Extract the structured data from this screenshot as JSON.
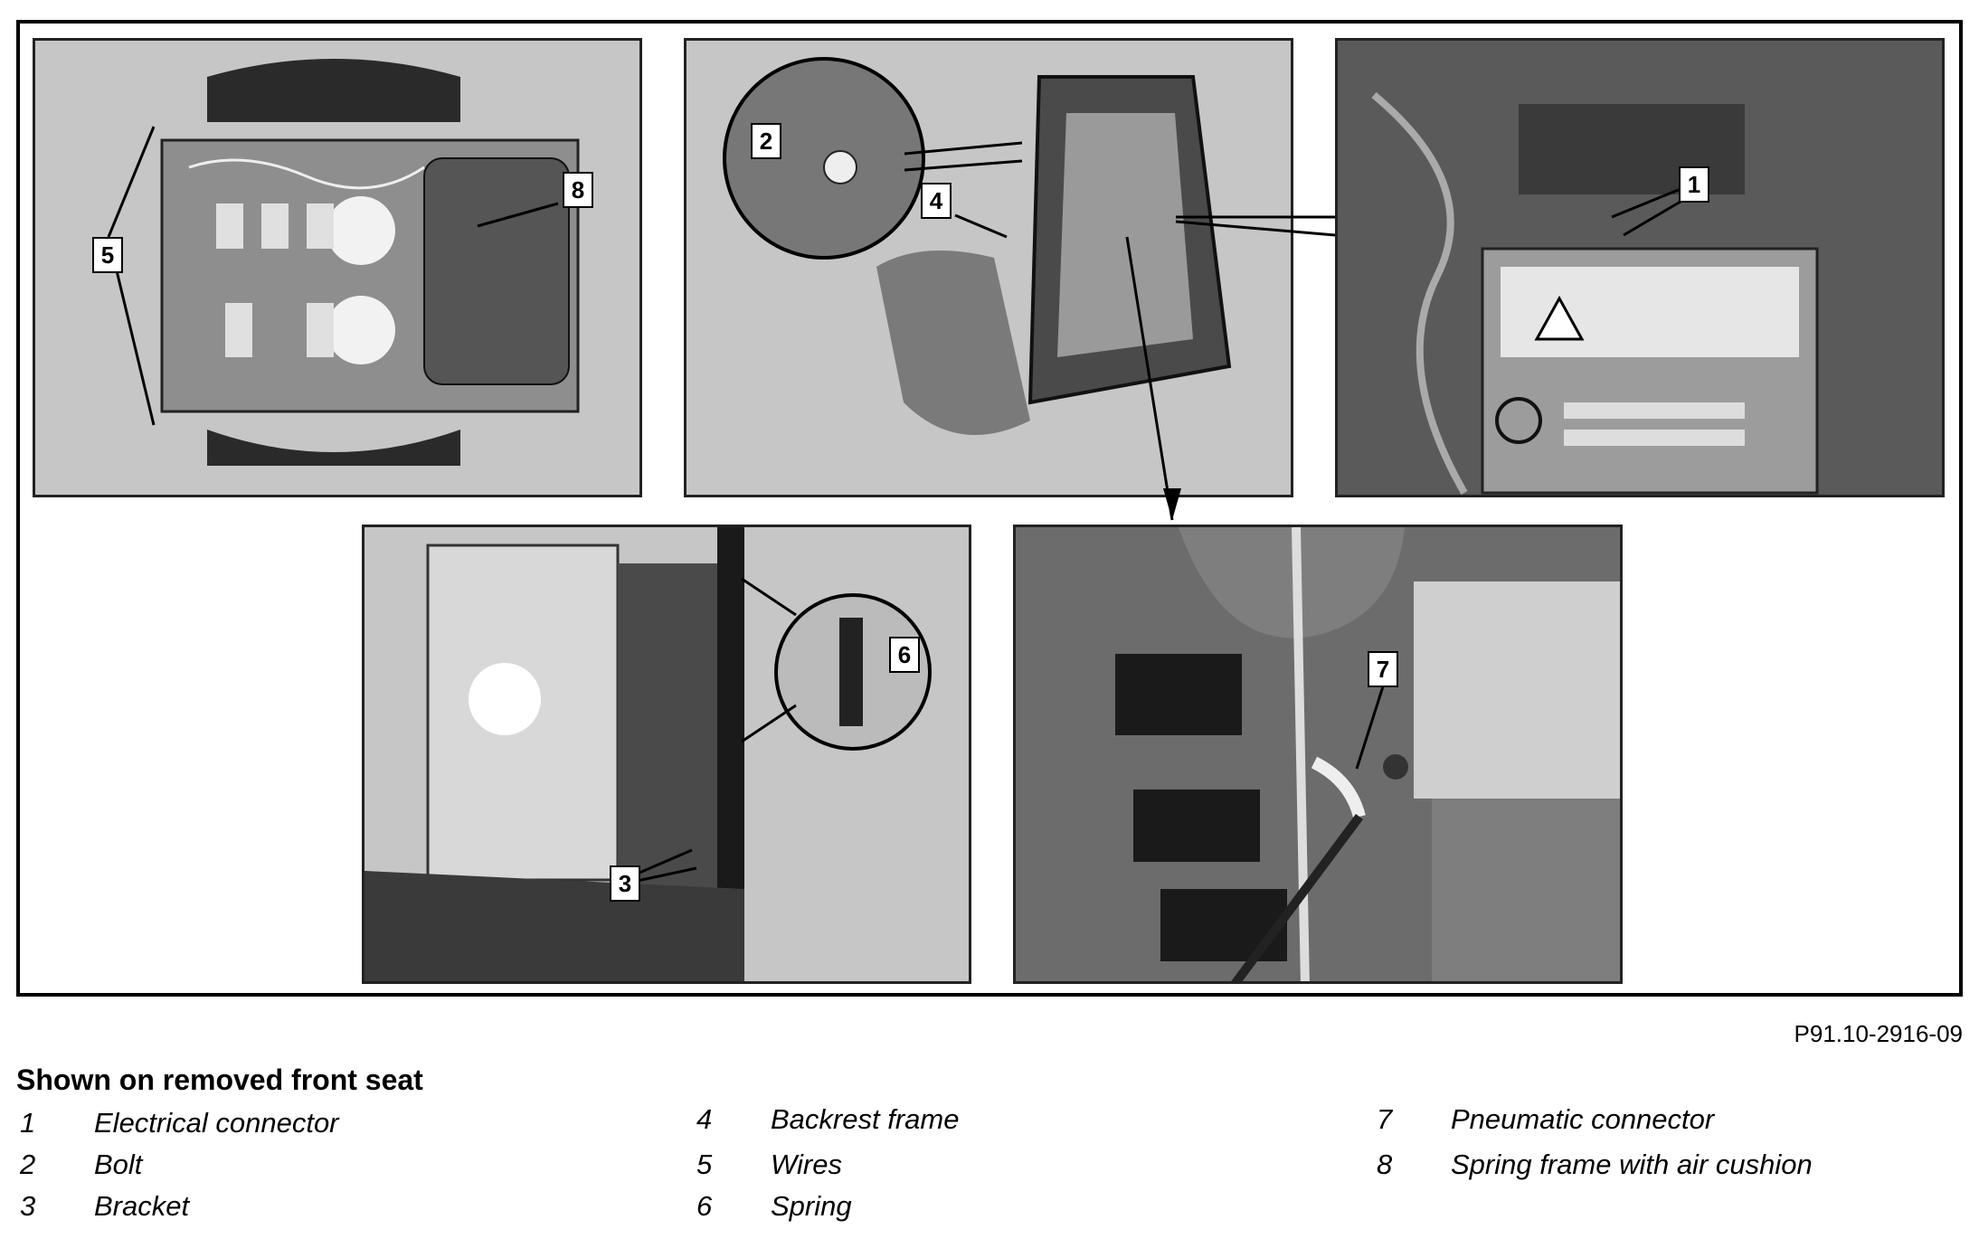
{
  "figure_ref": "P91.10-2916-09",
  "heading": "Shown on removed front seat",
  "callouts": {
    "c1": "1",
    "c2": "2",
    "c3": "3",
    "c4": "4",
    "c5": "5",
    "c6": "6",
    "c7": "7",
    "c8": "8"
  },
  "legend": {
    "items": [
      {
        "num": "1",
        "label": "Electrical connector"
      },
      {
        "num": "2",
        "label": "Bolt"
      },
      {
        "num": "3",
        "label": "Bracket"
      },
      {
        "num": "4",
        "label": "Backrest frame"
      },
      {
        "num": "5",
        "label": "Wires"
      },
      {
        "num": "6",
        "label": "Spring"
      },
      {
        "num": "7",
        "label": "Pneumatic connector"
      },
      {
        "num": "8",
        "label": "Spring frame with air cushion"
      }
    ]
  }
}
